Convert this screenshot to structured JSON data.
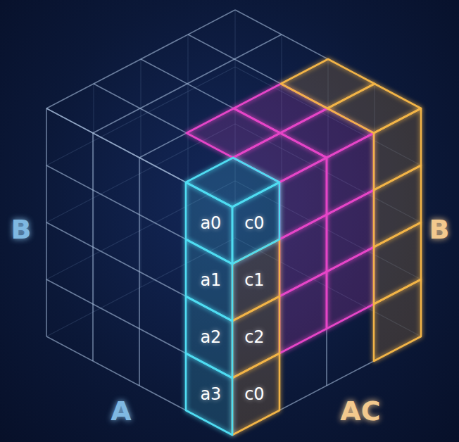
{
  "diagram": {
    "nodes": [
      {
        "text": [
          "a0",
          "c0"
        ]
      },
      {
        "text": [
          "a1",
          "c1"
        ]
      },
      {
        "text": [
          "a2",
          "c2"
        ]
      },
      {
        "text": [
          "a3",
          "c0"
        ]
      }
    ],
    "labels": [
      "B",
      "B",
      "A",
      "AC"
    ]
  }
}
